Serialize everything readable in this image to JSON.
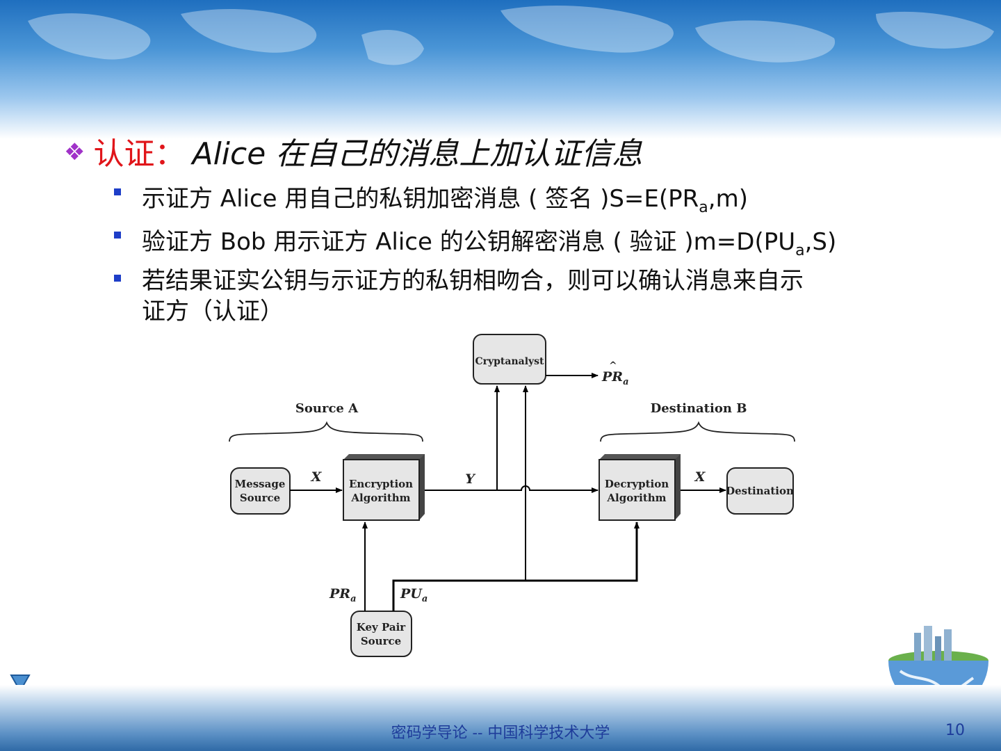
{
  "main_bullet": {
    "term": "认证：",
    "rest": "Alice 在自己的消息上加认证信息"
  },
  "sub_bullets": [
    {
      "text": "示证方 Alice 用自己的私钥加密消息 ( 签名 )S=E(PR",
      "sub": "a",
      "tail": ",m)"
    },
    {
      "text": "验证方 Bob 用示证方 Alice 的公钥解密消息 ( 验证 )m=D(PU",
      "sub": "a",
      "tail": ",S)"
    },
    {
      "line1": "若结果证实公钥与示证方的私钥相吻合，则可以确认消息来自示",
      "line2": "证方（认证）"
    }
  ],
  "diagram": {
    "cryptanalyst": "Cryptanalyst",
    "estimate": {
      "main": "PR",
      "sub": "a",
      "hat": "^"
    },
    "source_label": "Source A",
    "destination_label": "Destination B",
    "message_source": [
      "Message",
      "Source"
    ],
    "encryption": [
      "Encryption",
      "Algorithm"
    ],
    "decryption": [
      "Decryption",
      "Algorithm"
    ],
    "destination": "Destination",
    "key_pair": [
      "Key Pair",
      "Source"
    ],
    "x_left": "X",
    "y": "Y",
    "x_right": "X",
    "pr": {
      "main": "PR",
      "sub": "a"
    },
    "pu": {
      "main": "PU",
      "sub": "a"
    }
  },
  "footer": {
    "text": "密码学导论 -- 中国科学技术大学",
    "page": "10"
  },
  "colors": {
    "bullet_glyph": "#a032c8",
    "term": "#e0151a",
    "sub_bullet": "#1e3ec8",
    "footer": "#1e3c9a"
  },
  "icons": {
    "main_bullet": "diamond-bullet-icon",
    "nav": "down-triangle-icon",
    "decoration": "globe-city-icon"
  }
}
